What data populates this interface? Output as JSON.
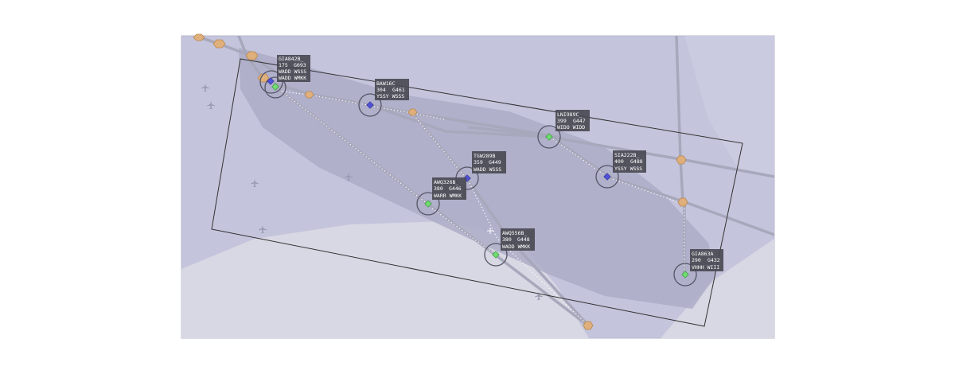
{
  "colors": {
    "page_background": "#ffffff",
    "map_background": "#c4c4dc",
    "sector_fill": "#adadc8",
    "land_fill": "#d8d8e4",
    "route_line": "#a8a8bc",
    "waypoint_fill": "#e0b07c",
    "waypoint_stroke": "#b88850",
    "aircraft_green": "#6fdc6f",
    "aircraft_blue": "#5050d8",
    "label_background": "#4a4a54",
    "label_text": "#ffffff",
    "boundary_line": "#333333"
  },
  "icons": {
    "waypoint": "hexagon-icon",
    "airport": "plane-icon",
    "aircraft": "diamond-icon",
    "center": "crosshair-icon"
  },
  "aircraft": [
    {
      "id": "GIA842B",
      "callsign": "GIA842B_",
      "speed": "175",
      "gate": "G093",
      "route": "WADD WSSS",
      "color": "blue"
    },
    {
      "id": "GIA842B-2",
      "callsign": "",
      "speed": "",
      "gate": "",
      "route": "WADD WMKK",
      "color": "green"
    },
    {
      "id": "BAW16C",
      "callsign": "BAW16C",
      "speed": "304",
      "gate": "G461",
      "route": "YSSY WSSS",
      "color": "blue"
    },
    {
      "id": "LNI989C",
      "callsign": "LNI989C_",
      "speed": "399",
      "gate": "G447",
      "route": "WIDO WIDD",
      "color": "green"
    },
    {
      "id": "SIA222B",
      "callsign": "SIA222B_",
      "speed": "400",
      "gate": "G488",
      "route": "YSSY WSSS",
      "color": "blue"
    },
    {
      "id": "TGW289B",
      "callsign": "TGW289B",
      "speed": "359",
      "gate": "G449",
      "route": "WADD WSSS",
      "color": "blue"
    },
    {
      "id": "AWQ326B",
      "callsign": "AWQ326B_",
      "speed": "380",
      "gate": "G446",
      "route": "WARR WMKK",
      "color": "green"
    },
    {
      "id": "AWQ556B",
      "callsign": "AWQ556B_",
      "speed": "380",
      "gate": "G448",
      "route": "WADD WMKK",
      "color": "green"
    },
    {
      "id": "GIA863A",
      "callsign": "GIA863A",
      "speed": "290",
      "gate": "G432",
      "route": "VHHH WIII",
      "color": "green"
    }
  ]
}
